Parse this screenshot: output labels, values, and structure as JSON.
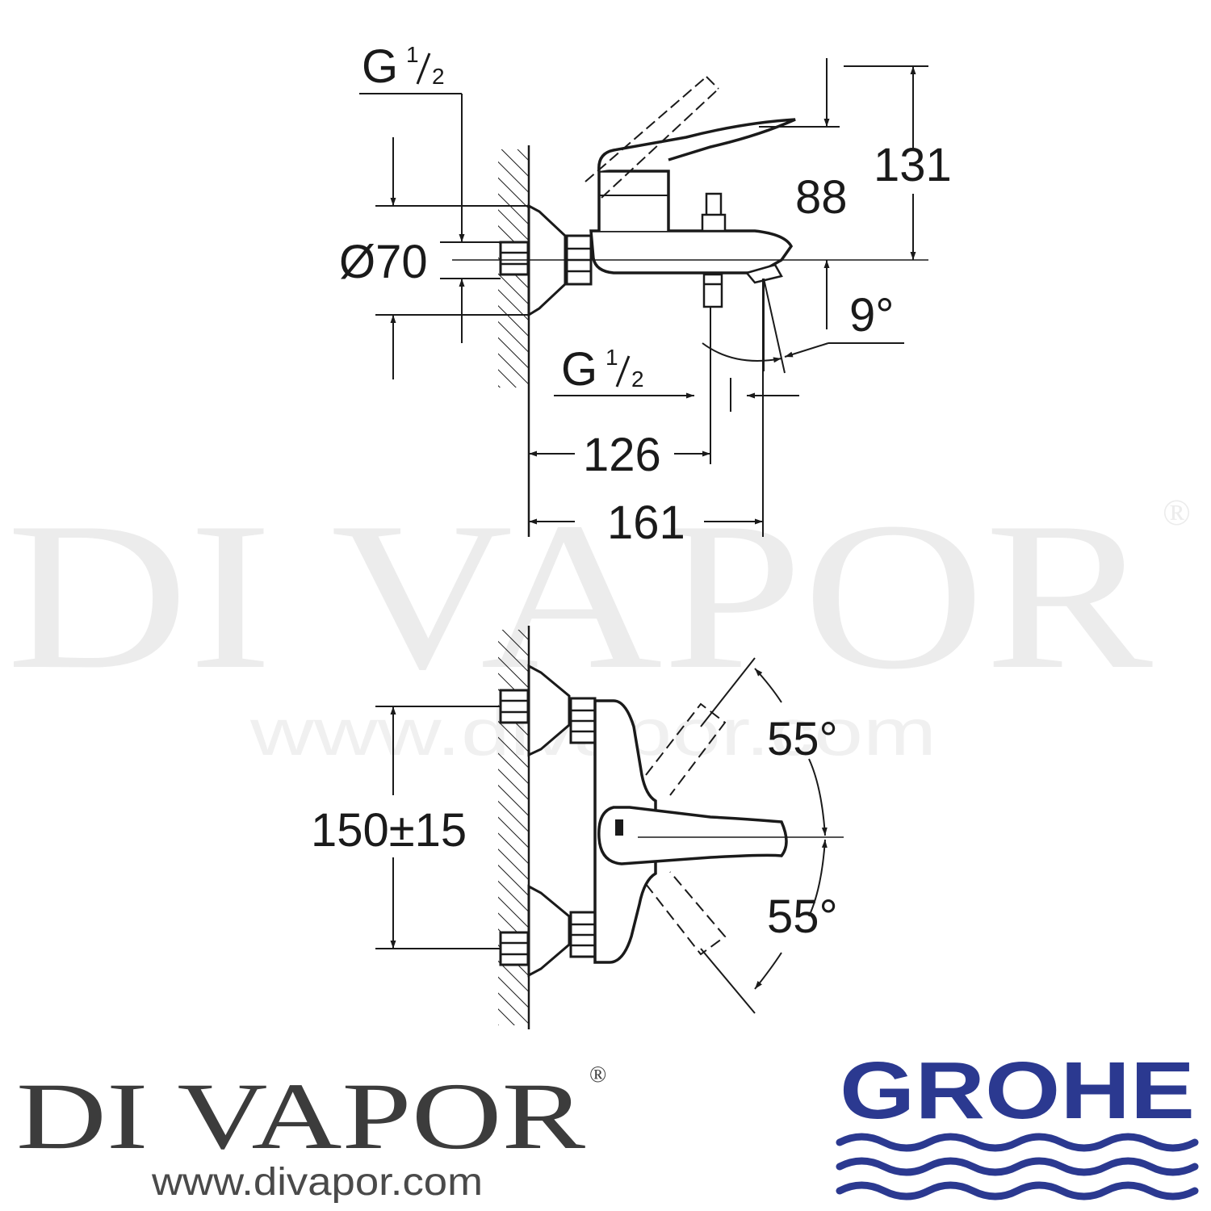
{
  "watermark": {
    "brand": "DI VAPOR",
    "registered": "®",
    "url": "www.divapor.com"
  },
  "side_view": {
    "inlet_thread": {
      "base": "G",
      "num": "1",
      "den": "2"
    },
    "outlet_thread": {
      "base": "G",
      "num": "1",
      "den": "2"
    },
    "diameter": "Ø70",
    "height_total": "131",
    "height_spout": "88",
    "spout_angle": "9°",
    "depth_outlet": "126",
    "depth_total": "161"
  },
  "front_view": {
    "centres": "150±15",
    "lever_angle_up": "55°",
    "lever_angle_down": "55°"
  },
  "footer": {
    "brand": "DI VAPOR",
    "registered": "®",
    "url": "www.divapor.com",
    "grohe_logo": "GROHE",
    "grohe_color": "#2b3990",
    "brand_color": "#3c3c3c"
  }
}
